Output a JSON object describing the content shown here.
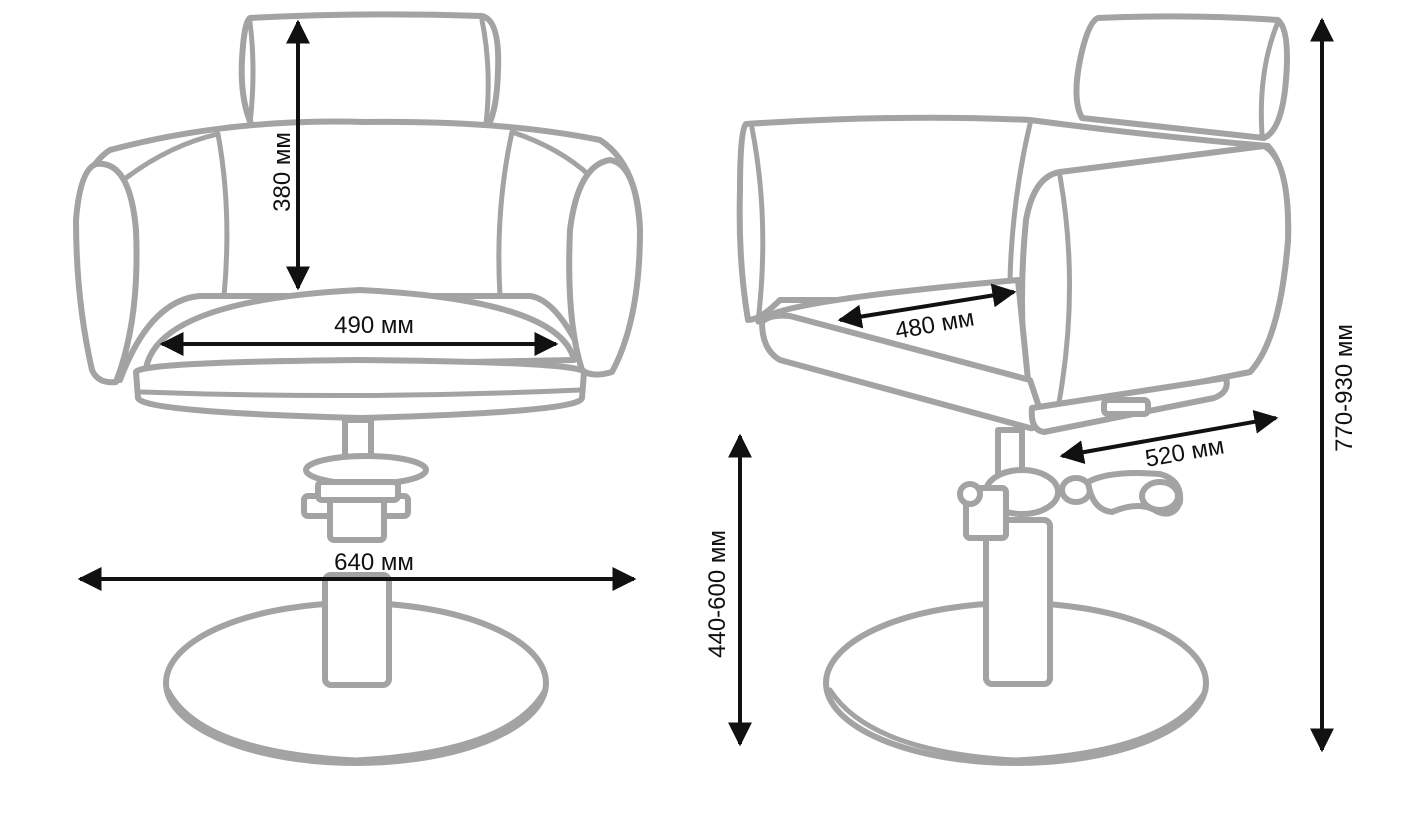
{
  "colors": {
    "outline": "#a3a3a3",
    "dimension": "#111111",
    "background": "#ffffff"
  },
  "front_view": {
    "backrest_height": "380 мм",
    "seat_width": "490 мм",
    "base_width": "640 мм"
  },
  "side_view": {
    "seat_depth": "480 мм",
    "footrest_length": "520 мм",
    "seat_height_range": "440-600 мм",
    "total_height_range": "770-930 мм"
  }
}
